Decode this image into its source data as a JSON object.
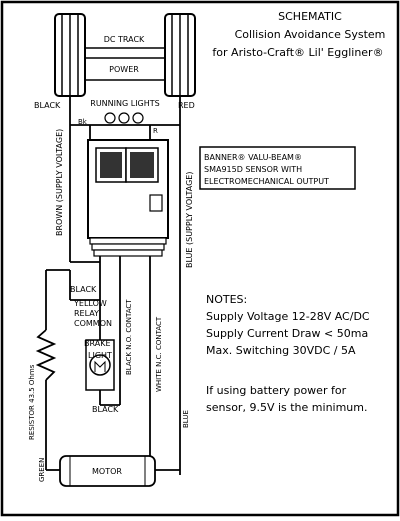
{
  "title": {
    "line1": "SCHEMATIC",
    "line2": "Collision Avoidance System",
    "line3": "for Aristo-Craft® Lil' Eggliner®"
  },
  "track": {
    "label1": "DC TRACK",
    "label2": "POWER"
  },
  "running_lights": "RUNNING LIGHTS",
  "wire_labels": {
    "black_top": "BLACK",
    "red_top": "RED",
    "bk": "Bk",
    "r": "R",
    "brown": "BROWN (SUPPLY VOLTAGE)",
    "blue_supply": "BLUE (SUPPLY VOLTAGE)",
    "black_left": "BLACK",
    "yellow": "YELLOW",
    "relay": "RELAY",
    "common": "COMMON",
    "brake1": "BRAKE",
    "brake2": "LIGHT",
    "black_no": "BLACK N.O. CONTACT",
    "white_nc": "WHITE N.C. CONTACT",
    "black_bottom": "BLACK",
    "resistor": "RESISTOR 43.5 Ohms",
    "blue_bottom": "BLUE",
    "green": "GREEN",
    "motor": "MOTOR"
  },
  "sensor_box": {
    "line1": "BANNER® VALU-BEAM®",
    "line2": "SMA915D SENSOR WITH",
    "line3": "ELECTROMECHANICAL OUTPUT"
  },
  "notes": {
    "heading": "NOTES:",
    "line1": "Supply Voltage 12-28V AC/DC",
    "line2": "Supply Current Draw < 50ma",
    "line3": "Max. Switching 30VDC / 5A",
    "line4": "If using battery power for",
    "line5": "sensor, 9.5V is the minimum."
  }
}
